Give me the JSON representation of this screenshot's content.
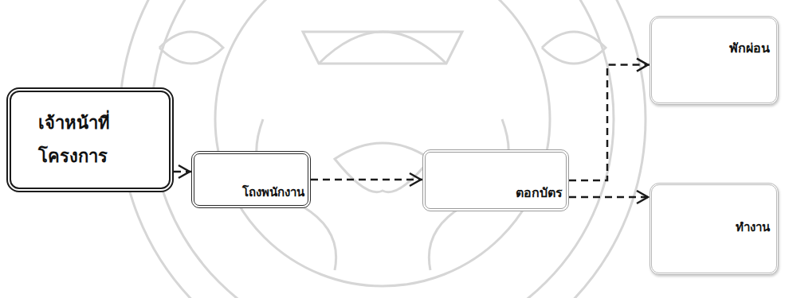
{
  "diagram": {
    "nodes": [
      {
        "text": [
          "เจ้าหน้าที่ โครงการ"
        ]
      },
      {
        "text": [
          "โถงพนักงาน"
        ]
      },
      {
        "text": [
          "ตอกบัตร"
        ]
      },
      {
        "text": [
          "พักผ่อน"
        ]
      },
      {
        "text": [
          "ทำงาน"
        ]
      }
    ],
    "edges": [
      {
        "from": 0,
        "to": 1,
        "arrow": "to"
      },
      {
        "from": 1,
        "to": 2,
        "arrow": "to"
      },
      {
        "from": 2,
        "to": 3,
        "arrow": "to"
      },
      {
        "from": 2,
        "to": 4,
        "arrow": "to"
      }
    ]
  }
}
